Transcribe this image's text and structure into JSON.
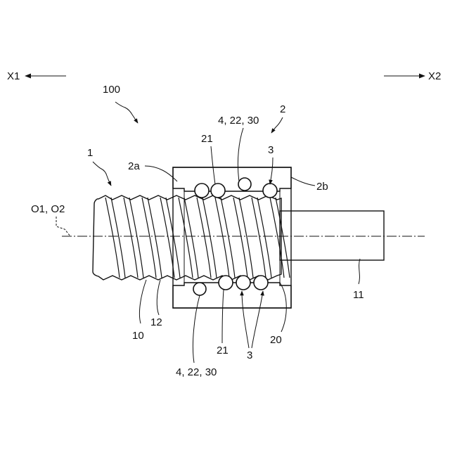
{
  "labels": {
    "x1": "X1",
    "x2": "X2",
    "assembly": "100",
    "screw_shaft": "1",
    "nut": "2",
    "nut_end_a": "2a",
    "nut_end_b": "2b",
    "ball": "3",
    "ball_lower": "3",
    "return_path_upper": "4, 22, 30",
    "return_path_lower": "4, 22, 30",
    "groove_upper": "21",
    "groove_lower": "21",
    "axis": "O1, O2",
    "shaft_outer_surface": "10",
    "shaft_groove": "12",
    "nut_inner_surface": "20",
    "shaft_end": "11"
  },
  "icons": {
    "direction_left": "arrow-left-icon",
    "direction_right": "arrow-right-icon"
  }
}
